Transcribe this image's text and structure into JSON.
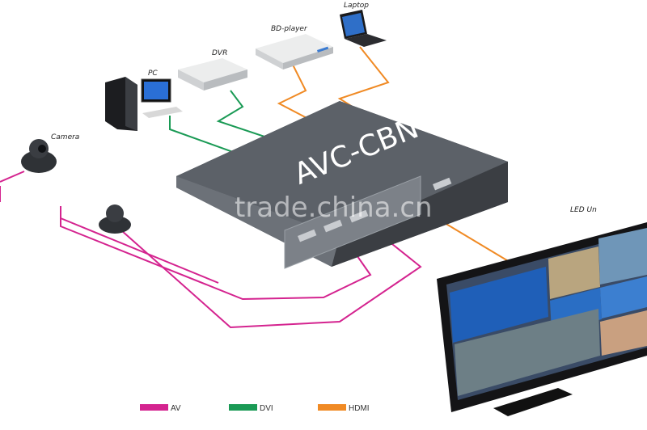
{
  "device": {
    "name": "AVC-CBN"
  },
  "inputs": {
    "camera": "Camera",
    "pc": "PC",
    "dvr": "DVR",
    "bd_player": "BD-player",
    "laptop": "Laptop"
  },
  "output": {
    "label": "LED Un"
  },
  "watermark": "trade.china.cn",
  "legend": [
    {
      "label": "AV",
      "color": "#d4238f"
    },
    {
      "label": "DVI",
      "color": "#1a9a55"
    },
    {
      "label": "HDMI",
      "color": "#f08a24"
    }
  ],
  "colors": {
    "av": "#d4238f",
    "dvi": "#1a9a55",
    "hdmi": "#f08a24",
    "chassis": "#555a60"
  }
}
